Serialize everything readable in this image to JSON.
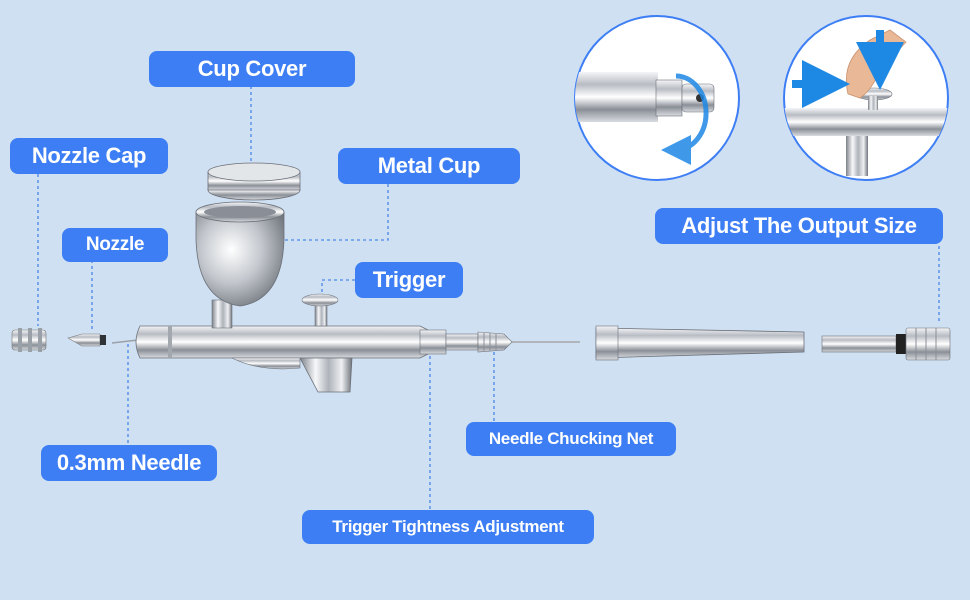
{
  "labels": {
    "cup_cover": "Cup Cover",
    "nozzle_cap": "Nozzle Cap",
    "metal_cup": "Metal Cup",
    "nozzle": "Nozzle",
    "trigger": "Trigger",
    "adjust_output": "Adjust The Output Size",
    "needle": "0.3mm Needle",
    "needle_chucking_net": "Needle Chucking Net",
    "trigger_tightness": "Trigger Tightness Adjustment"
  },
  "colors": {
    "background": "#cfe0f3",
    "label_fill": "#3d7ef5",
    "label_text": "#ffffff",
    "leader_line": "#4a86e8",
    "arrow": "#1e88e5"
  },
  "icons": [
    "rotation-arrow-icon",
    "right-arrow-icon",
    "down-arrow-icon"
  ]
}
